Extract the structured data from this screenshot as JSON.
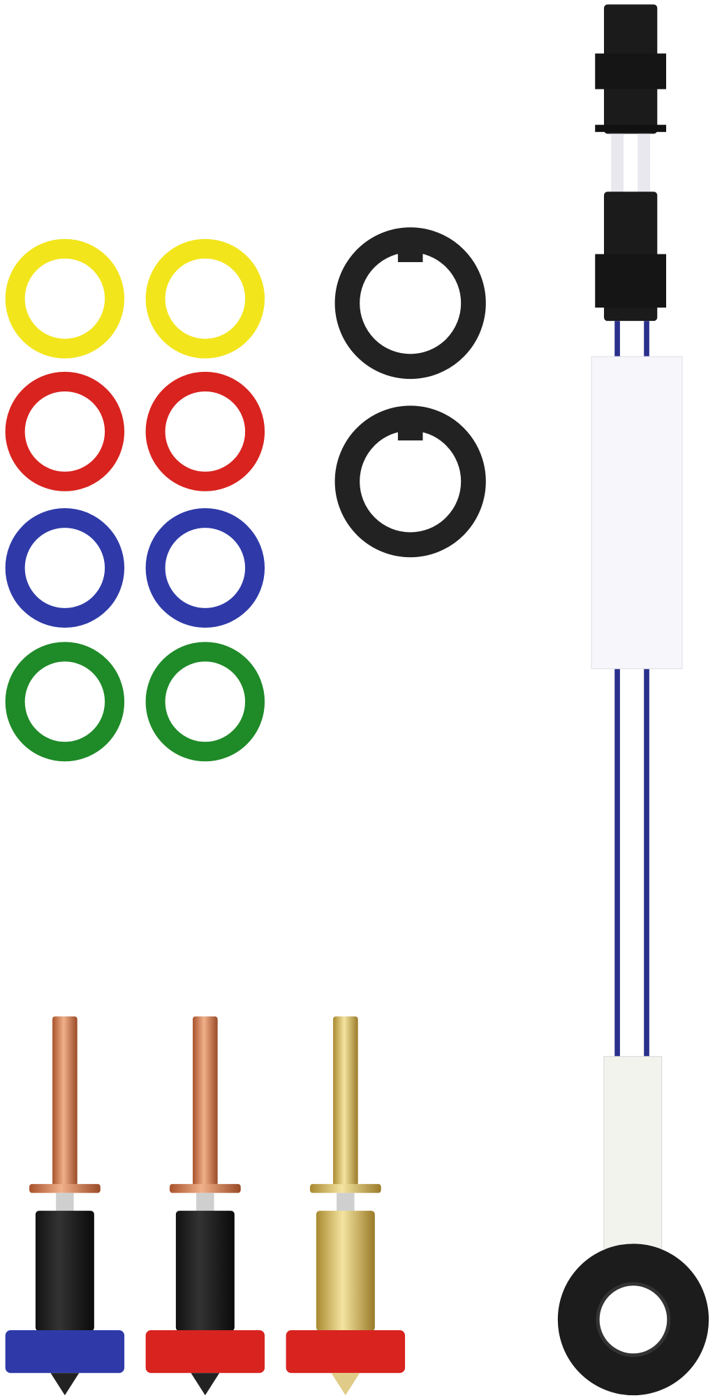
{
  "colors": {
    "background": "#ffffff",
    "yellow": "#f2e51c",
    "red": "#d8231f",
    "blue": "#2f3aa8",
    "green": "#1f8a28",
    "black": "#222222",
    "copper": "#d9875a",
    "brass": "#d8b85a",
    "wire": "#2a2f8c",
    "sleeve": "#f7f7fb"
  },
  "parts": {
    "o_rings": [
      {
        "color": "yellow"
      },
      {
        "color": "yellow"
      },
      {
        "color": "red"
      },
      {
        "color": "red"
      },
      {
        "color": "blue"
      },
      {
        "color": "blue"
      },
      {
        "color": "green"
      },
      {
        "color": "green"
      }
    ],
    "black_rings": 2,
    "nozzles": [
      {
        "tube": "copper",
        "body": "black",
        "base": "blue",
        "tip": "black"
      },
      {
        "tube": "copper",
        "body": "black",
        "base": "red",
        "tip": "black"
      },
      {
        "tube": "brass",
        "body": "brass",
        "base": "red",
        "tip": "brass"
      }
    ]
  }
}
